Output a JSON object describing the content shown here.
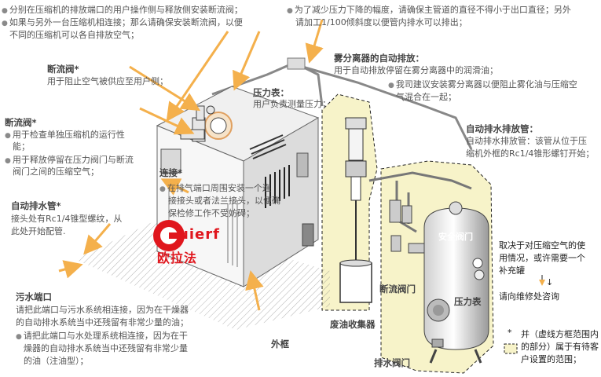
{
  "texts": {
    "top_left_1": "分别在压缩机的排放端口的用户操作侧与释放侧安装断流阀；",
    "top_left_2": "如果与另外一台压缩机相连接；那么请确保安装断流阀，以便",
    "top_left_3": "不同的压缩机可以各自排放空气；",
    "top_right_1": "为了减少压力下降的幅度，请确保主管道的直径不得小于出口直径；另外",
    "top_right_2": "请加工1/100倾斜度以便管内排水可以排出；",
    "cutoff_title": "断流阀*",
    "cutoff_desc": "用于阻止空气被供应至用户侧；",
    "mist_title": "雾分离器的自动排放：",
    "mist_desc": "用于自动排放停留在雾分离器中的润滑油；",
    "mist_note_1": "我司建议安装雾分离器以便阻止雾化油与压缩空",
    "mist_note_2": "气混合在一起；",
    "gauge_title": "压力表：",
    "gauge_desc": "用户负责测量压力；",
    "cutoff2_title": "断流阀*",
    "cutoff2_b1_1": "用于检查单独压缩机的运行性",
    "cutoff2_b1_2": "能；",
    "cutoff2_b2_1": "用于释放停留在压力阀门与断流",
    "cutoff2_b2_2": "阀门之间的压缩空气；",
    "drainpipe_title": "自动排水排放管：",
    "drainpipe_desc_1": "自动排水排放管：该管从位于压",
    "drainpipe_desc_2": "缩机外框的Rc1/4锥形螺钉开始；",
    "joint_label": "连接*",
    "joint_note_1": "在排气端口周围安装一个连",
    "joint_note_2": "接接头或者法兰接头，以便确",
    "joint_note_3": "保检修工作不受妨碍；",
    "autodrain_title": "自动排水管*",
    "autodrain_desc_1": "接头处有Rc1/4锥型螺纹，从",
    "autodrain_desc_2": "此处开始配管.",
    "safety_valve": "安全阀门",
    "cutoff_valve_label": "断流阀门",
    "pressure_gauge_label": "压力表",
    "sewage_title": "污水端口",
    "sewage_d1_1": "请把此端口与污水系统相连接，因为在干燥器",
    "sewage_d1_2": "的自动排水系统当中还残留有非常少量的油；",
    "sewage_d2_1": "请把此端口与水处理系统相连接，因为在干",
    "sewage_d2_2": "燥器的自动排水系统当中还残留有非常少量",
    "sewage_d2_3": "的油（注油型）；",
    "oil_collector": "废油收集器",
    "frame_label": "外框",
    "drain_valve_label": "排水阀门",
    "right_note_1": "取决于对压缩空气的使",
    "right_note_2": "用情况，或许需要一个",
    "right_note_3": "补充罐",
    "right_note_arrow": "↓",
    "right_note_4": "请向维修处咨询",
    "legend_star": "*",
    "legend_1": "并（虚线方框范围内",
    "legend_2": "的部分）属于有待客",
    "legend_3": "户设置的范围；",
    "logo_text": "欧拉法",
    "logo_letters": "uierf"
  },
  "colors": {
    "arrow": "#f4b04c",
    "dashed_zone": "#f7f3c9",
    "zone_border": "#222222",
    "logo_red": "#e0161d",
    "machine_light": "#f2f2f2",
    "machine_dark": "#6f6f6f"
  }
}
